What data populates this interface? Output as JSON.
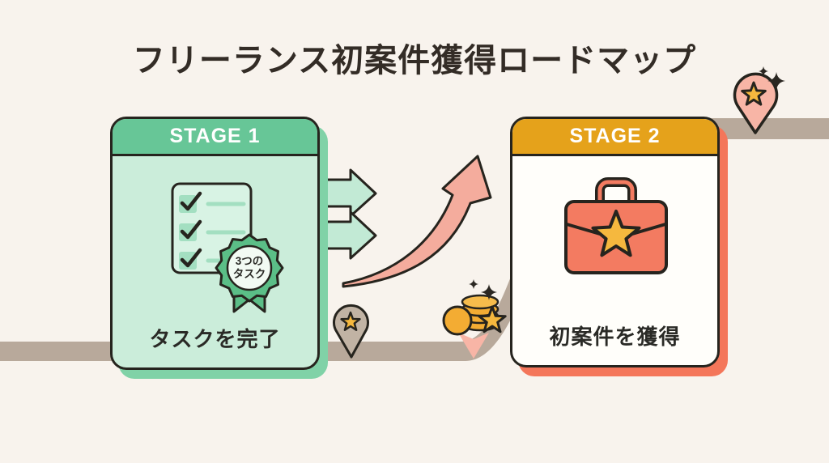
{
  "title": "フリーランス初案件獲得ロードマップ",
  "stage1": {
    "header": "STAGE 1",
    "caption": "タスクを完了",
    "badge_line1": "3つの",
    "badge_line2": "タスク",
    "checklist_items": 3
  },
  "stage2": {
    "header": "STAGE 2",
    "caption": "初案件を獲得"
  },
  "colors": {
    "background": "#F8F3ED",
    "title_text": "#332C26",
    "road": "#B8A99B",
    "outline": "#26241E",
    "stage1_header": "#67C697",
    "stage1_body": "#CBEDDA",
    "stage1_shadow": "#80D2A7",
    "stage2_header": "#E5A21B",
    "stage2_body": "#FFFEFA",
    "stage2_shadow": "#F4765A",
    "mint_arrow": "#C2EAD5",
    "salmon_arrow": "#F4AC9D",
    "briefcase": "#F37B61",
    "star_gold": "#F5B83E",
    "coin_gold": "#F3AC33",
    "coin_top": "#F6BC4C",
    "pin_taupe": "#C1B3A4",
    "pin_pink": "#F8B5A6",
    "badge_green": "#5BBE87",
    "badge_inner": "#F2FAF3",
    "check_green": "#A3DFC1",
    "doc_fill": "#D8F3E4",
    "sparkle": "#2B2722"
  }
}
